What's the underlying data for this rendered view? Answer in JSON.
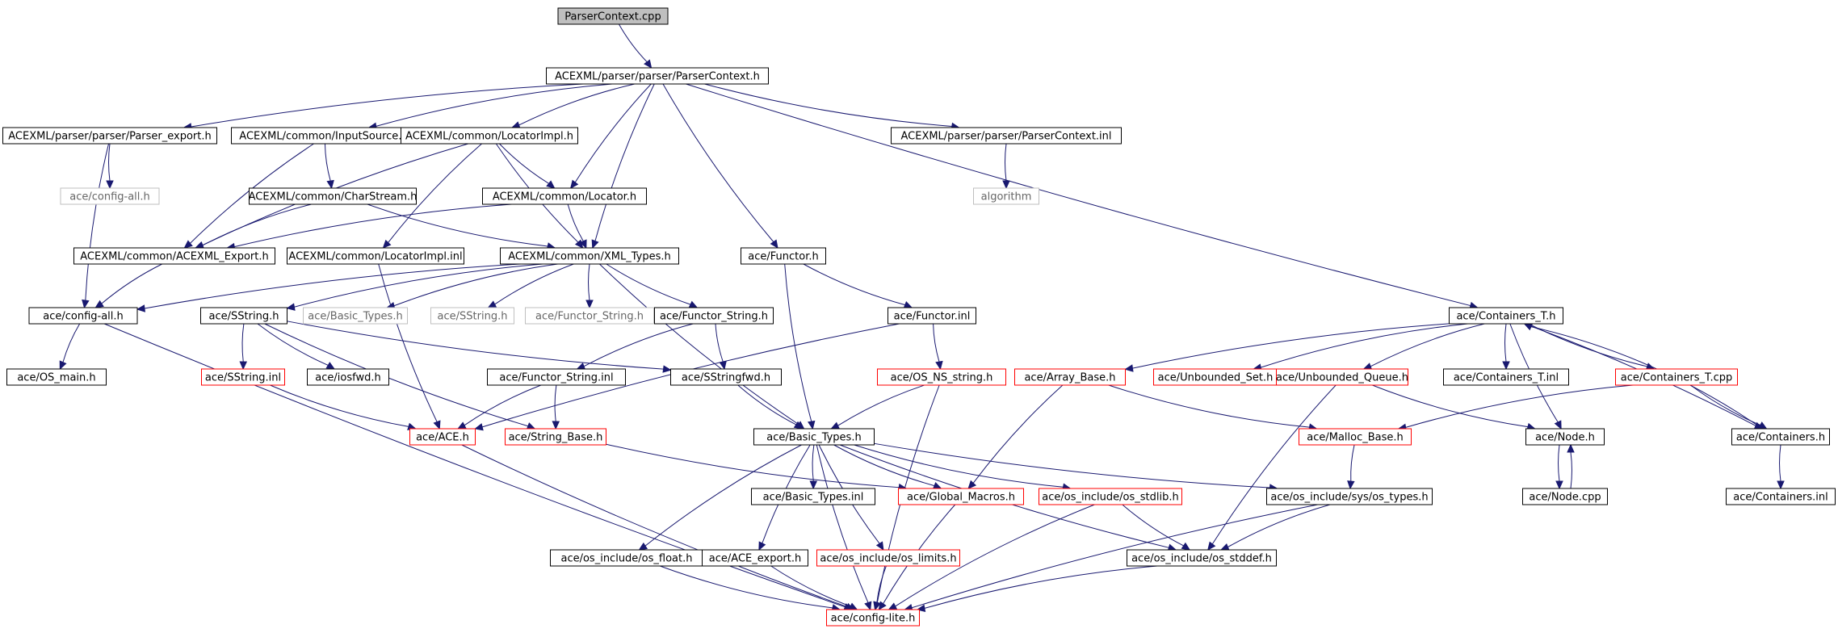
{
  "colors": {
    "edge": "#191970",
    "border_normal": "#000000",
    "border_truncated": "#ff0000",
    "border_external": "#bfbfbf",
    "fill_root": "#bfbfbf",
    "fill_normal": "#ffffff",
    "text_normal": "#000000",
    "text_external": "#666666"
  },
  "nodes": [
    {
      "id": "root",
      "label": "ParserContext.cpp",
      "style": "root"
    },
    {
      "id": "pch",
      "label": "ACEXML/parser/parser/ParserContext.h",
      "style": "normal"
    },
    {
      "id": "pexp",
      "label": "ACEXML/parser/parser/Parser_export.h",
      "style": "normal"
    },
    {
      "id": "insrc",
      "label": "ACEXML/common/InputSource.h",
      "style": "normal"
    },
    {
      "id": "limpl",
      "label": "ACEXML/common/LocatorImpl.h",
      "style": "normal"
    },
    {
      "id": "pcinl",
      "label": "ACEXML/parser/parser/ParserContext.inl",
      "style": "normal"
    },
    {
      "id": "cfgall1",
      "label": "ace/config-all.h",
      "style": "external"
    },
    {
      "id": "chstr",
      "label": "ACEXML/common/CharStream.h",
      "style": "normal"
    },
    {
      "id": "loc",
      "label": "ACEXML/common/Locator.h",
      "style": "normal"
    },
    {
      "id": "algo",
      "label": "algorithm",
      "style": "external"
    },
    {
      "id": "aexp",
      "label": "ACEXML/common/ACEXML_Export.h",
      "style": "normal"
    },
    {
      "id": "limplinl",
      "label": "ACEXML/common/LocatorImpl.inl",
      "style": "normal"
    },
    {
      "id": "xmlt",
      "label": "ACEXML/common/XML_Types.h",
      "style": "normal"
    },
    {
      "id": "functor",
      "label": "ace/Functor.h",
      "style": "normal"
    },
    {
      "id": "cfgall",
      "label": "ace/config-all.h",
      "style": "normal"
    },
    {
      "id": "sstr",
      "label": "ace/SString.h",
      "style": "normal"
    },
    {
      "id": "btx",
      "label": "ace/Basic_Types.h",
      "style": "external"
    },
    {
      "id": "sstrx",
      "label": "ace/SString.h",
      "style": "external"
    },
    {
      "id": "fstrx",
      "label": "ace/Functor_String.h",
      "style": "external"
    },
    {
      "id": "fstr",
      "label": "ace/Functor_String.h",
      "style": "normal"
    },
    {
      "id": "finl",
      "label": "ace/Functor.inl",
      "style": "normal"
    },
    {
      "id": "ctt",
      "label": "ace/Containers_T.h",
      "style": "normal"
    },
    {
      "id": "osmain",
      "label": "ace/OS_main.h",
      "style": "normal"
    },
    {
      "id": "sstrinl",
      "label": "ace/SString.inl",
      "style": "truncated"
    },
    {
      "id": "iosfwd",
      "label": "ace/iosfwd.h",
      "style": "normal"
    },
    {
      "id": "fstrinl",
      "label": "ace/Functor_String.inl",
      "style": "normal"
    },
    {
      "id": "sstrfwd",
      "label": "ace/SStringfwd.h",
      "style": "normal"
    },
    {
      "id": "osns",
      "label": "ace/OS_NS_string.h",
      "style": "truncated"
    },
    {
      "id": "abase",
      "label": "ace/Array_Base.h",
      "style": "truncated"
    },
    {
      "id": "uset",
      "label": "ace/Unbounded_Set.h",
      "style": "truncated"
    },
    {
      "id": "uq",
      "label": "ace/Unbounded_Queue.h",
      "style": "truncated"
    },
    {
      "id": "cttinl",
      "label": "ace/Containers_T.inl",
      "style": "normal"
    },
    {
      "id": "cttcpp",
      "label": "ace/Containers_T.cpp",
      "style": "truncated"
    },
    {
      "id": "ace",
      "label": "ace/ACE.h",
      "style": "truncated"
    },
    {
      "id": "strbase",
      "label": "ace/String_Base.h",
      "style": "truncated"
    },
    {
      "id": "bt",
      "label": "ace/Basic_Types.h",
      "style": "normal"
    },
    {
      "id": "malloc",
      "label": "ace/Malloc_Base.h",
      "style": "truncated"
    },
    {
      "id": "node",
      "label": "ace/Node.h",
      "style": "normal"
    },
    {
      "id": "cont",
      "label": "ace/Containers.h",
      "style": "normal"
    },
    {
      "id": "btinl",
      "label": "ace/Basic_Types.inl",
      "style": "normal"
    },
    {
      "id": "gmac",
      "label": "ace/Global_Macros.h",
      "style": "truncated"
    },
    {
      "id": "stdlib",
      "label": "ace/os_include/os_stdlib.h",
      "style": "truncated"
    },
    {
      "id": "systypes",
      "label": "ace/os_include/sys/os_types.h",
      "style": "normal"
    },
    {
      "id": "nodecpp",
      "label": "ace/Node.cpp",
      "style": "normal"
    },
    {
      "id": "continl",
      "label": "ace/Containers.inl",
      "style": "normal"
    },
    {
      "id": "float",
      "label": "ace/os_include/os_float.h",
      "style": "normal"
    },
    {
      "id": "aceexp",
      "label": "ace/ACE_export.h",
      "style": "normal"
    },
    {
      "id": "limits",
      "label": "ace/os_include/os_limits.h",
      "style": "truncated"
    },
    {
      "id": "stddef",
      "label": "ace/os_include/os_stddef.h",
      "style": "normal"
    },
    {
      "id": "cfglite",
      "label": "ace/config-lite.h",
      "style": "truncated"
    }
  ]
}
